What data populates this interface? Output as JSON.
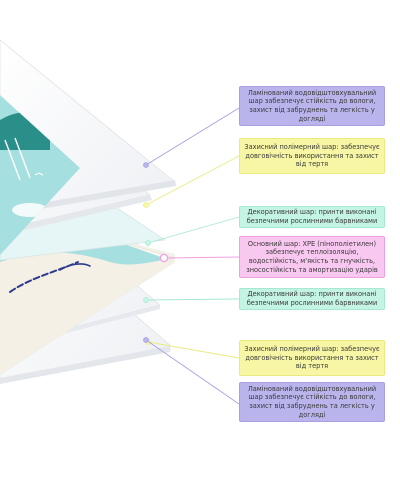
{
  "colors": {
    "lamination": "#b9b4ec",
    "lamination_border": "#a7a0e4",
    "protective": "#f6f6a4",
    "protective_border": "#eaea80",
    "decorative": "#c4f4e4",
    "decorative_border": "#a6e8d2",
    "core": "#f9c8f1",
    "core_border": "#ef9fe3",
    "sea": "#a6dfe0",
    "sea_dark": "#6ec2c8"
  },
  "layers": [
    {
      "id": "lamination-top",
      "type": "lamination",
      "text": "Ламінований водовідштовхувальний шар забезпечує стійкість до вологи, захист від забруднень та легкість у догляді"
    },
    {
      "id": "protective-top",
      "type": "protective",
      "text": "Захисний полімерний шар: забезпечує довговічність використання та захист від тертя"
    },
    {
      "id": "decorative-top",
      "type": "decorative",
      "text": "Декоративний шар: принти виконані безпечними рослинними барвниками"
    },
    {
      "id": "core",
      "type": "core",
      "text": "Основний шар: XPE (пінополіетилен) забезпечує теплоізоляцію, водостійкість, м'якість та гнучкість, зносостійкість та амортизацію ударів"
    },
    {
      "id": "decorative-bottom",
      "type": "decorative",
      "text": "Декоративний шар: принти виконані безпечними рослинними барвниками"
    },
    {
      "id": "protective-bottom",
      "type": "protective",
      "text": "Захисний полімерний шар: забезпечує довговічність використання та захист від тертя"
    },
    {
      "id": "lamination-bottom",
      "type": "lamination",
      "text": "Ламінований водовідштовхувальний шар забезпечує стійкість до вологи, захист від забруднень та легкість у догляді"
    }
  ]
}
